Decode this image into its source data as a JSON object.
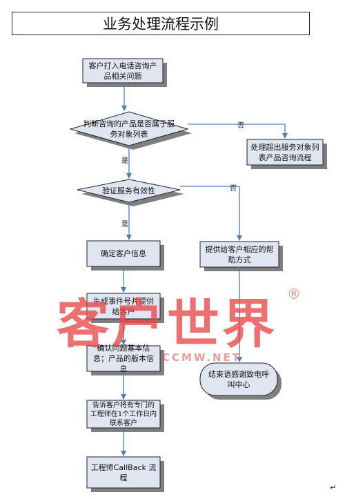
{
  "title": "业务处理流程示例",
  "nodes": {
    "customer_call": "客户打入电话咨询产品相关问题",
    "judge_product": "判断咨询的产品是否属于服务对象列表",
    "other_product_flow": "处理超出服务对象列表产品咨询流程",
    "validate_service": "验证服务有效性",
    "confirm_info": "确定客户信息",
    "provide_help": "提供给客户相应的帮助方式",
    "create_ticket": "生成事件号并提供给客户",
    "confirm_issue": "确认问题基本信息；产品的版本信息",
    "end": "结束语感谢致电呼叫中心",
    "notify_engineer": "告诉客户将有专门的工程师在1个工作日内联系客户",
    "engineer_callback": "工程师CallBack 流程"
  },
  "edge_labels": {
    "no1": "否",
    "yes1": "是",
    "no2": "否",
    "yes2": "是"
  },
  "watermark": {
    "text": "客户世界",
    "sub": "CCMW.NET",
    "reg": "®"
  },
  "corner_mark": "↵",
  "colors": {
    "box_fill": "#dfe5f1",
    "box_shadow": "#7f7f7f",
    "arrow": "#4a7ebb"
  }
}
